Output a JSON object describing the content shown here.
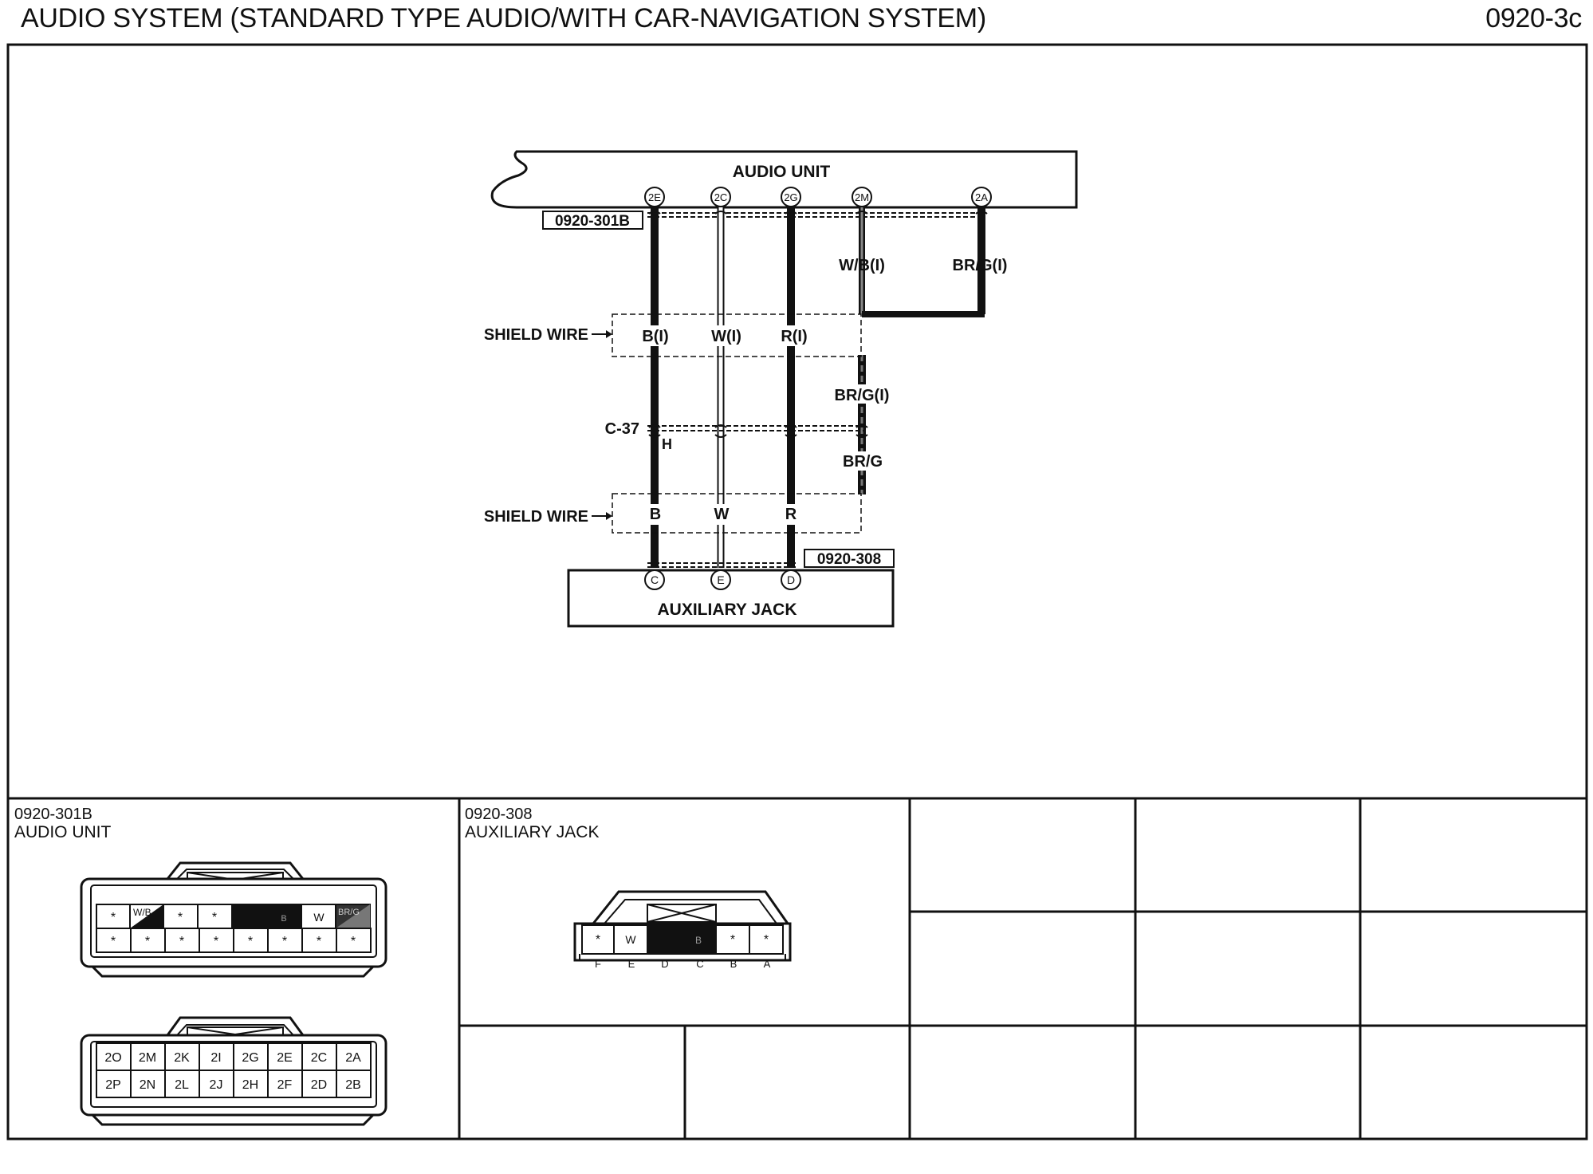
{
  "header": {
    "title": "AUDIO SYSTEM (STANDARD TYPE AUDIO/WITH CAR-NAVIGATION SYSTEM)",
    "page_code": "0920-3c"
  },
  "diagram": {
    "audio_unit_label": "AUDIO UNIT",
    "audio_unit_ref": "0920-301B",
    "aux_jack_label": "AUXILIARY JACK",
    "aux_jack_ref": "0920-308",
    "audio_pins": [
      "2E",
      "2C",
      "2G",
      "2M",
      "2A"
    ],
    "jack_pins": [
      "C",
      "E",
      "D"
    ],
    "wire_labels": {
      "wb_i": "W/B(I)",
      "brg_i_upper": "BR/G(I)",
      "b_i": "B(I)",
      "w_i": "W(I)",
      "r_i": "R(I)",
      "brg_i_lower": "BR/G(I)",
      "c37": "C-37",
      "h": "H",
      "brg": "BR/G",
      "b": "B",
      "w": "W",
      "r": "R"
    },
    "shield_wire_label": "SHIELD WIRE"
  },
  "connectors": {
    "audio_unit": {
      "ref": "0920-301B",
      "name": "AUDIO UNIT",
      "wire_view_top": [
        "*",
        "W/B",
        "*",
        "*",
        "B",
        "W",
        "BR/G"
      ],
      "wire_view_bottom": [
        "*",
        "*",
        "*",
        "*",
        "*",
        "*",
        "*",
        "*"
      ],
      "pin_top": [
        "2O",
        "2M",
        "2K",
        "2I",
        "2G",
        "2E",
        "2C",
        "2A"
      ],
      "pin_bottom": [
        "2P",
        "2N",
        "2L",
        "2J",
        "2H",
        "2F",
        "2D",
        "2B"
      ]
    },
    "aux_jack": {
      "ref": "0920-308",
      "name": "AUXILIARY JACK",
      "cells": [
        "*",
        "W",
        "B",
        "*",
        "*"
      ],
      "pin_letters": [
        "F",
        "E",
        "D",
        "C",
        "B",
        "A"
      ]
    }
  }
}
